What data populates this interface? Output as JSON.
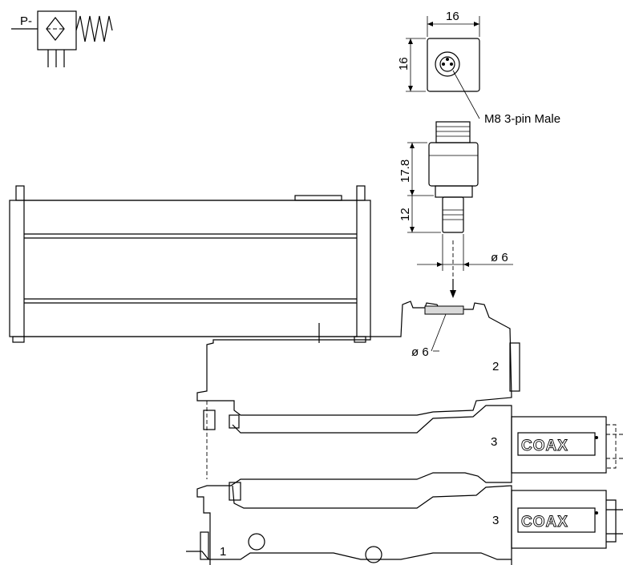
{
  "symbol": {
    "port_label": "P-"
  },
  "sensor": {
    "width_dim": "16",
    "height_dim": "16",
    "connector_label": "M8 3-pin Male",
    "body_dim": "17.8",
    "stem_dim": "12",
    "stem_diameter": "ø 6"
  },
  "manifold": {
    "port_diameter": "ø 6",
    "port_numbers": [
      "2",
      "3",
      "3",
      "1"
    ],
    "brand_labels": [
      "COAX",
      "COAX"
    ]
  }
}
